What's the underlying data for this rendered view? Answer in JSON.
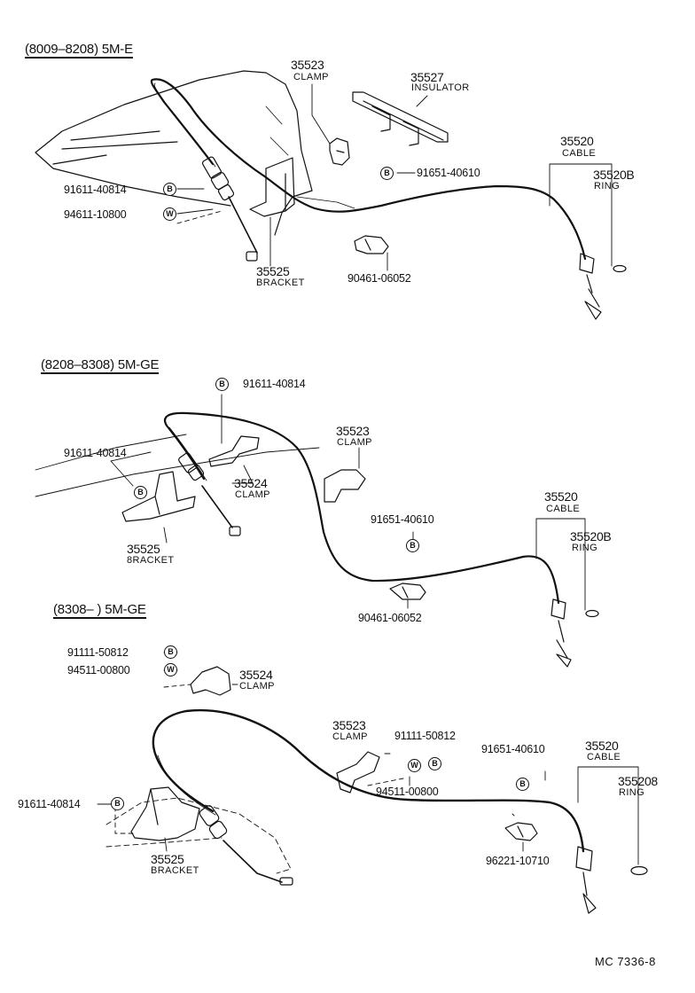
{
  "sections": [
    {
      "title": "(8009–8208) 5M-E"
    },
    {
      "title": "(8208–8308) 5M-GE"
    },
    {
      "title": "(8308–        ) 5M-GE"
    }
  ],
  "parts": {
    "s1": {
      "clamp_num": "35523",
      "clamp_name": "CLAMP",
      "insulator_num": "35527",
      "insulator_name": "INSULATOR",
      "cable_num": "35520",
      "cable_name": "CABLE",
      "ring_num": "35520B",
      "ring_name": "RING",
      "bolt_pn": "91651-40610",
      "bolt2_pn": "91611-40814",
      "washer_pn": "94611-10800",
      "clip_pn": "90461-06052",
      "bracket_num": "35525",
      "bracket_name": "BRACKET"
    },
    "s2": {
      "bolt_top_pn": "91611-40814",
      "bolt_left_pn": "91611-40814",
      "clamp_num": "35523",
      "clamp_name": "CLAMP",
      "clamp2_num": "35524",
      "clamp2_name": "CLAMP",
      "bolt_pn": "91651-40610",
      "cable_num": "35520",
      "cable_name": "CABLE",
      "ring_num": "35520B",
      "ring_name": "RING",
      "bracket_num": "35525",
      "bracket_name": "8RACKET",
      "clip_pn": "90461-06052"
    },
    "s3": {
      "bolt_pn": "91111-50812",
      "washer_pn": "94511-00800",
      "clamp2_num": "35524",
      "clamp2_name": "CLAMP",
      "clamp_num": "35523",
      "clamp_name": "CLAMP",
      "bolt_mid_pn": "91111-50812",
      "washer_mid_pn": "94511-00800",
      "bolt_right_pn": "91651-40610",
      "cable_num": "35520",
      "cable_name": "CABLE",
      "ring_num": "355208",
      "ring_name": "RING",
      "bolt_left_pn": "91611-40814",
      "bracket_num": "35525",
      "bracket_name": "BRACKET",
      "clip_pn": "96221-10710"
    }
  },
  "markers": {
    "bolt": "B",
    "washer": "W"
  },
  "reference": "MC  7336-8"
}
